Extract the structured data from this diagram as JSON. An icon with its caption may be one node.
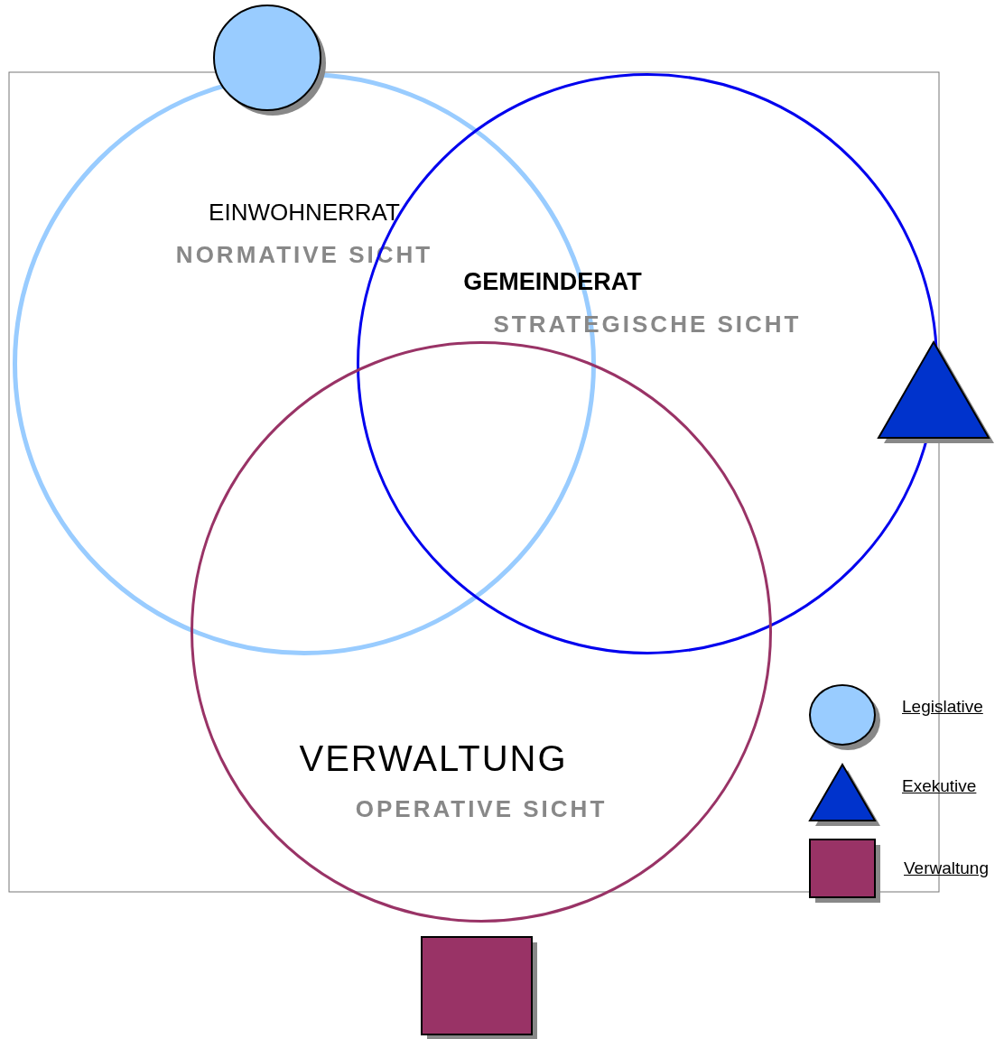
{
  "diagram": {
    "nodes": [
      {
        "text": [
          "EINWOHNERRAT",
          "NORMATIVE SICHT"
        ]
      },
      {
        "text": [
          "GEMEINDERAT",
          "STRATEGISCHE SICHT"
        ]
      },
      {
        "text": [
          "VERWALTUNG",
          "OPERATIVE SICHT"
        ]
      },
      {
        "text": [],
        "shape": "circle"
      },
      {
        "text": [],
        "shape": "triangle"
      },
      {
        "text": [],
        "shape": "box"
      }
    ],
    "edges": [],
    "legend": [
      {
        "text": "Legislative"
      },
      {
        "text": "Exekutive"
      },
      {
        "text": "Verwaltung"
      }
    ]
  }
}
